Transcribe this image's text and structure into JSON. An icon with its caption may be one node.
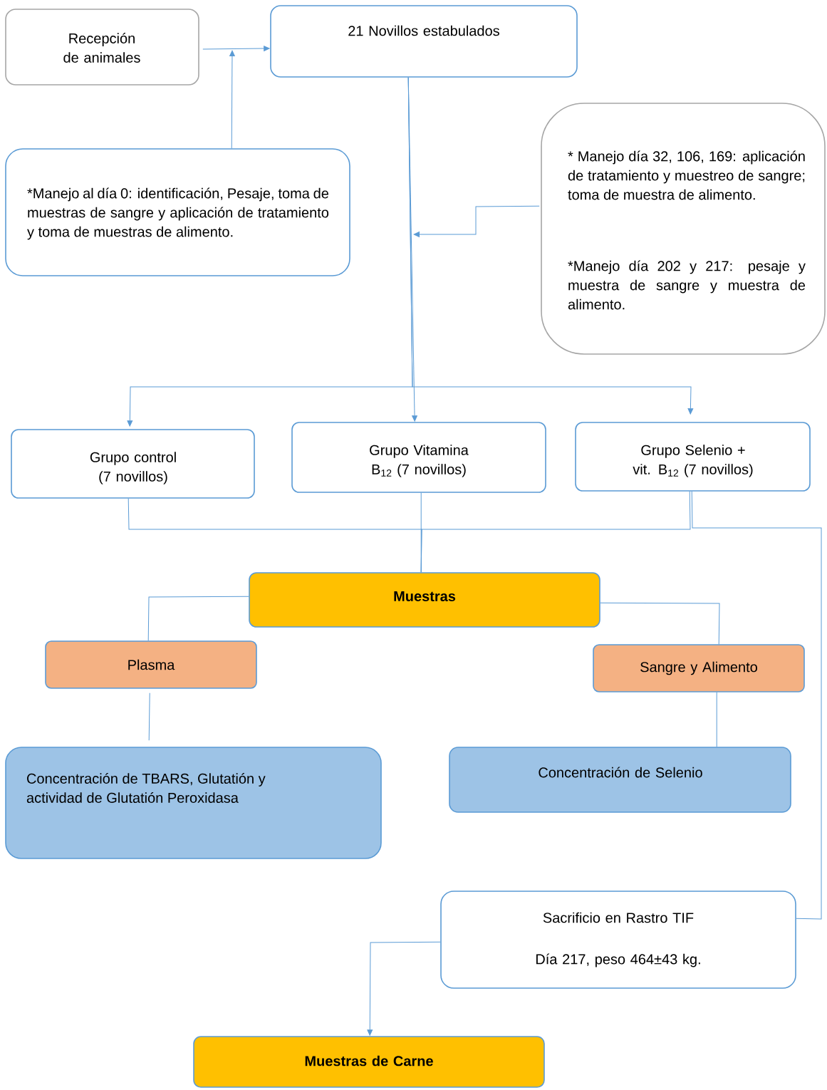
{
  "diagram": {
    "nodes": [
      {
        "text": [
          "Recepción de animales"
        ]
      },
      {
        "text": [
          "21 Novillos estabulados"
        ]
      },
      {
        "text": [
          "*Manejo al día 0: identificación, Pesaje, toma de muestras de sangre y aplicación de tratamiento y toma de muestras de alimento."
        ]
      },
      {
        "text": [
          "* Manejo día 32, 106, 169: aplicación de tratamiento y muestreo de sangre; toma de muestra de alimento.",
          "*Manejo día 202 y 217: pesaje y muestra de sangre y muestra de alimento."
        ]
      },
      {
        "text": [
          "Grupo control (7 novillos)"
        ]
      },
      {
        "text": [
          "Grupo Vitamina B$_{12}$ (7 novillos)"
        ]
      },
      {
        "text": [
          "Grupo Selenio + vit. B$_{12}$ (7 novillos)"
        ]
      },
      {
        "text": [
          "Muestras"
        ]
      },
      {
        "text": [
          "Plasma"
        ]
      },
      {
        "text": [
          "Sangre y Alimento"
        ]
      },
      {
        "text": [
          "Concentración de TBARS, Glutatión y actividad de Glutatión Peroxidasa"
        ]
      },
      {
        "text": [
          "Concentración de Selenio"
        ]
      },
      {
        "text": [
          "Sacrificio en Rastro TIF",
          "Día 217, peso 464±43 kg."
        ]
      },
      {
        "text": [
          "Muestras de Carne"
        ]
      }
    ],
    "edges": [
      {
        "from": 0,
        "to": 1,
        "arrow": "to"
      },
      {
        "from": 2,
        "to": null,
        "arrow": "to"
      },
      {
        "from": 1,
        "to": 5,
        "arrow": "to"
      },
      {
        "from": 3,
        "to": null,
        "arrow": "to"
      },
      {
        "from": 1,
        "to": 4,
        "arrow": "to"
      },
      {
        "from": 1,
        "to": 6,
        "arrow": "to"
      },
      {
        "from": 4,
        "to": 7,
        "arrow": "none"
      },
      {
        "from": 5,
        "to": 7,
        "arrow": "none"
      },
      {
        "from": 6,
        "to": 7,
        "arrow": "none"
      },
      {
        "from": 6,
        "to": 12,
        "arrow": "none"
      },
      {
        "from": 7,
        "to": 8,
        "arrow": "none"
      },
      {
        "from": 7,
        "to": 9,
        "arrow": "none"
      },
      {
        "from": 8,
        "to": 10,
        "arrow": "none"
      },
      {
        "from": 9,
        "to": 11,
        "arrow": "none"
      },
      {
        "from": 12,
        "to": 13,
        "arrow": "to"
      }
    ]
  }
}
